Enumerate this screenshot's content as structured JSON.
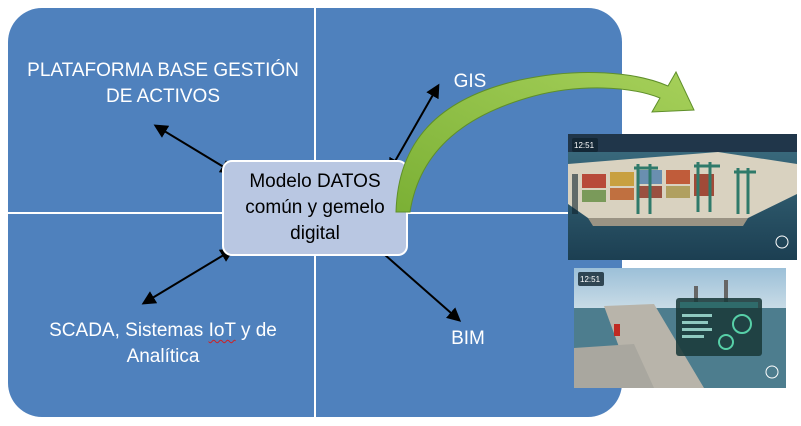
{
  "quadrants": {
    "top_left": "PLATAFORMA BASE GESTIÓN DE ACTIVOS",
    "top_left_line1": "PLATAFORMA BASE GESTIÓN",
    "top_left_line2": "DE ACTIVOS",
    "top_right": "GIS",
    "bottom_left_line1": "SCADA, Sistemas IoT y de",
    "bottom_left_line1_a": "SCADA, Sistemas ",
    "bottom_left_line1_b": "IoT",
    "bottom_left_line1_c": " y de",
    "bottom_left_line2": "Analítica",
    "bottom_right": "BIM"
  },
  "center": {
    "line1": "Modelo DATOS",
    "line2": "común y gemelo",
    "line3": "digital"
  },
  "screenshots": {
    "top_time": "12:51",
    "bottom_time": "12:51"
  },
  "colors": {
    "quadrant_fill": "#4f81bd",
    "center_fill": "#b9c7e2",
    "curved_arrow": "#8cbf3f"
  }
}
